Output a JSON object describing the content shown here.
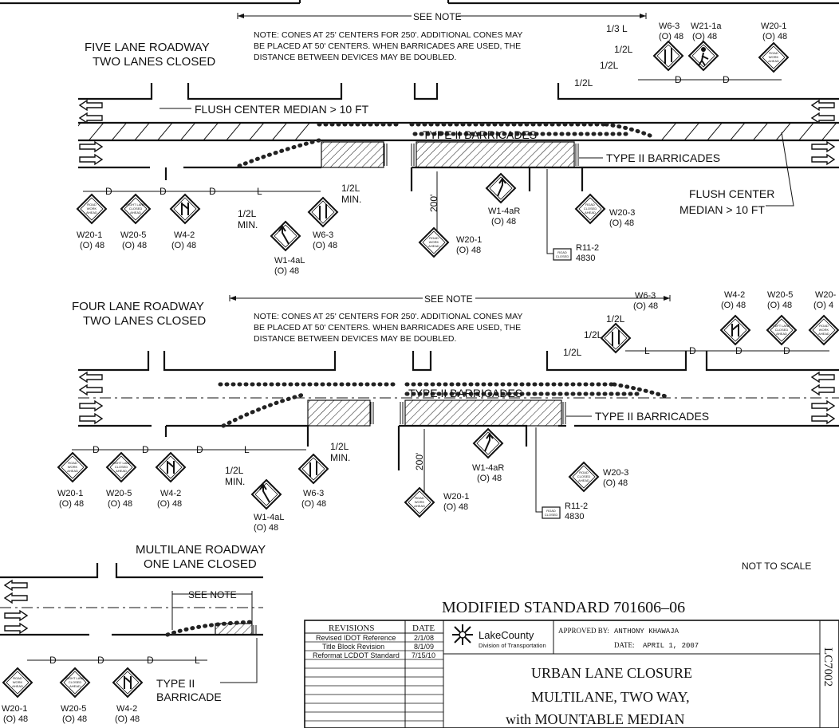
{
  "five_lane": {
    "title_line1": "FIVE LANE ROADWAY",
    "title_line2": "TWO LANES CLOSED",
    "see_note": "SEE NOTE",
    "note_line1": "NOTE:  CONES AT 25' CENTERS FOR 250'.  ADDITIONAL CONES MAY",
    "note_line2": "BE PLACED AT 50' CENTERS.  WHEN BARRICADES ARE USED, THE",
    "note_line3": "DISTANCE BETWEEN DEVICES MAY BE DOUBLED.",
    "median_left": "FLUSH CENTER MEDIAN > 10 FT",
    "median_right_line1": "FLUSH CENTER",
    "median_right_line2": "MEDIAN > 10 FT",
    "barricades_top": "TYPE II BARRICADES",
    "barricades_right": "TYPE II BARRICADES",
    "third_l": "1/3  L",
    "half_l": "1/2L",
    "half_l_min": "1/2L",
    "min": "MIN.",
    "d": "D",
    "l": "L",
    "dist_200": "200'",
    "signs": [
      {
        "code": "W20-1",
        "size": "(O) 48",
        "face": [
          "ROAD",
          "WORK",
          "AHEAD"
        ]
      },
      {
        "code": "W20-5",
        "size": "(O) 48",
        "face": [
          "RIGHT LANE",
          "CLOSED",
          "AHEAD"
        ]
      },
      {
        "code": "W4-2",
        "size": "(O) 48"
      },
      {
        "code": "W1-4aL",
        "size": "(O) 48"
      },
      {
        "code": "W6-3",
        "size": "(O) 48"
      },
      {
        "code": "W1-4aR",
        "size": "(O) 48"
      },
      {
        "code": "W20-1",
        "size": "(O) 48",
        "face": [
          "ROAD",
          "WORK",
          "AHEAD"
        ]
      },
      {
        "code": "W20-3",
        "size": "(O) 48",
        "face": [
          "ROAD",
          "CLOSED",
          "AHEAD"
        ]
      },
      {
        "code": "R11-2",
        "size": "4830",
        "face": [
          "ROAD",
          "CLOSED"
        ]
      },
      {
        "code": "W6-3",
        "size": "(O) 48"
      },
      {
        "code": "W21-1a",
        "size": "(O) 48"
      },
      {
        "code": "W20-1",
        "size": "(O) 48",
        "face": [
          "ROAD",
          "WORK",
          "AHEAD"
        ]
      }
    ]
  },
  "four_lane": {
    "title_line1": "FOUR LANE ROADWAY",
    "title_line2": "TWO LANES CLOSED",
    "see_note": "SEE NOTE",
    "note_line1": "NOTE:  CONES AT 25' CENTERS FOR 250'.  ADDITIONAL CONES MAY",
    "note_line2": "BE PLACED AT 50' CENTERS.  WHEN BARRICADES ARE USED, THE",
    "note_line3": "DISTANCE BETWEEN DEVICES MAY BE DOUBLED.",
    "barricades_top": "TYPE II BARRICADES",
    "barricades_right": "TYPE II BARRICADES",
    "signs": [
      {
        "code": "W20-1",
        "size": "(O) 48",
        "face": [
          "ROAD",
          "WORK",
          "AHEAD"
        ]
      },
      {
        "code": "W20-5",
        "size": "(O) 48",
        "face": [
          "RIGHT LANE",
          "CLOSED",
          "AHEAD"
        ]
      },
      {
        "code": "W4-2",
        "size": "(O) 48"
      },
      {
        "code": "W1-4aL",
        "size": "(O) 48"
      },
      {
        "code": "W6-3",
        "size": "(O) 48"
      },
      {
        "code": "W1-4aR",
        "size": "(O) 48"
      },
      {
        "code": "W20-1",
        "size": "(O) 48",
        "face": [
          "ROAD",
          "WORK",
          "AHEAD"
        ]
      },
      {
        "code": "W20-3",
        "size": "(O) 48",
        "face": [
          "ROAD",
          "CLOSED",
          "AHEAD"
        ]
      },
      {
        "code": "R11-2",
        "size": "4830",
        "face": [
          "ROAD",
          "CLOSED"
        ]
      },
      {
        "code": "W6-3",
        "size": "(O) 48"
      },
      {
        "code": "W4-2",
        "size": "(O) 48"
      },
      {
        "code": "W20-5",
        "size": "(O) 48",
        "face": [
          "LEFT LANE",
          "CLOSED",
          "AHEAD"
        ]
      },
      {
        "code": "W20-",
        "size": "(O) 4",
        "face": [
          "ROAD",
          "WORK",
          "AHEAD"
        ]
      }
    ]
  },
  "multilane": {
    "title_line1": "MULTILANE ROADWAY",
    "title_line2": "ONE LANE CLOSED",
    "see_note": "SEE NOTE",
    "barricade_line1": "TYPE II",
    "barricade_line2": "BARRICADE",
    "signs": [
      {
        "code": "W20-1",
        "size": "(O) 48",
        "face": [
          "ROAD",
          "WORK",
          "AHEAD"
        ]
      },
      {
        "code": "W20-5",
        "size": "(O) 48",
        "face": [
          "RIGHT LANE",
          "CLOSED",
          "AHEAD"
        ]
      },
      {
        "code": "W4-2",
        "size": "(O) 48"
      }
    ]
  },
  "not_to_scale": "NOT TO SCALE",
  "title_block": {
    "standard": "MODIFIED  STANDARD  701606–06",
    "revisions_header": "REVISIONS",
    "date_header": "DATE",
    "revisions": [
      {
        "text": "Revised IDOT Reference",
        "date": "2/1/08"
      },
      {
        "text": "Title Block Revision",
        "date": "8/1/09"
      },
      {
        "text": "Reformat LCDOT Standard",
        "date": "7/15/10"
      }
    ],
    "logo_name": "LakeCounty",
    "logo_sub": "Division of Transportation",
    "approved_label": "APPROVED BY:",
    "approved_by": "ANTHONY KHAWAJA",
    "date_label": "DATE:",
    "date_value": "APRIL 1, 2007",
    "sheet_title_1": "URBAN  LANE  CLOSURE",
    "sheet_title_2": "MULTILANE,  TWO  WAY,",
    "sheet_title_3": "with  MOUNTABLE  MEDIAN",
    "sheet_code": "LC7002"
  }
}
